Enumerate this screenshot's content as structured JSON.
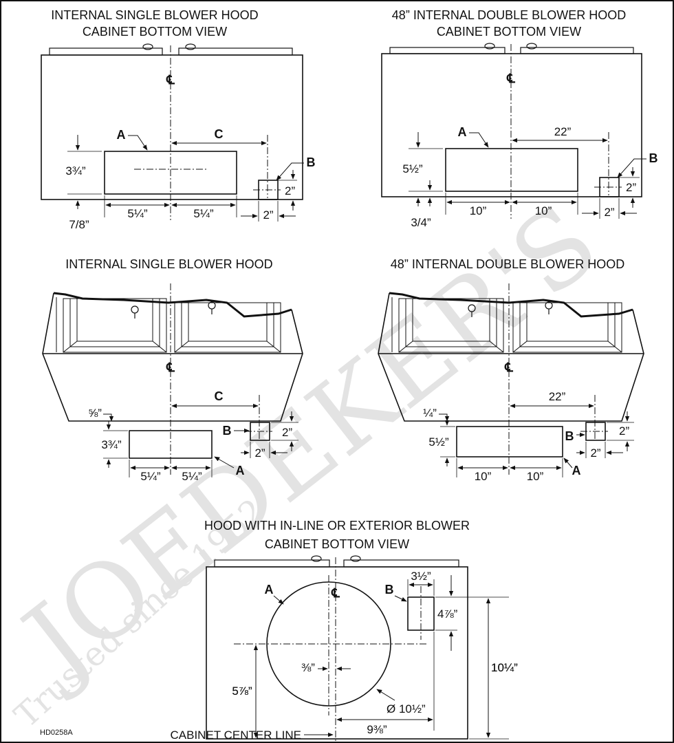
{
  "titles": {
    "t1a": "INTERNAL SINGLE BLOWER HOOD",
    "t1b": "CABINET BOTTOM VIEW",
    "t2a": "48” INTERNAL DOUBLE BLOWER HOOD",
    "t2b": "CABINET BOTTOM VIEW",
    "t3": "INTERNAL SINGLE BLOWER HOOD",
    "t4": "48” INTERNAL DOUBLE BLOWER HOOD",
    "t5a": "HOOD WITH IN-LINE OR EXTERIOR BLOWER",
    "t5b": "CABINET BOTTOM VIEW"
  },
  "centerline_symbol": "℄",
  "labels": {
    "a": "A",
    "b": "B",
    "c": "C"
  },
  "d1": {
    "a_height": "3¾”",
    "a_left": "5¼”",
    "a_right": "5¼”",
    "bottom_gap": "7/8”",
    "b_height": "2”",
    "b_width": "2”"
  },
  "d2": {
    "c_dim": "22”",
    "a_height": "5½”",
    "a_left": "10”",
    "a_right": "10”",
    "bottom_gap": "3/4”",
    "b_height": "2”",
    "b_width": "2”"
  },
  "d3": {
    "gap": "⅝”",
    "a_height": "3¾”",
    "a_left": "5¼”",
    "a_right": "5¼”",
    "b_height": "2”",
    "b_width": "2”"
  },
  "d4": {
    "c_dim": "22”",
    "gap": "¼”",
    "a_height": "5½”",
    "a_left": "10”",
    "a_right": "10”",
    "b_height": "2”",
    "b_width": "2”"
  },
  "d5": {
    "b_width": "3½”",
    "b_height": "4⅞”",
    "depth": "10¼”",
    "circle_v": "5⅞”",
    "offset": "⅜”",
    "diameter": "Ø 10½”",
    "b_offset": "9⅜”"
  },
  "footer": {
    "code": "HD0258A",
    "cabinet_center_line": "CABINET CENTER LINE"
  },
  "watermark": {
    "brand": "JOEDEKER'S",
    "tagline": "Trusted since 1952"
  }
}
